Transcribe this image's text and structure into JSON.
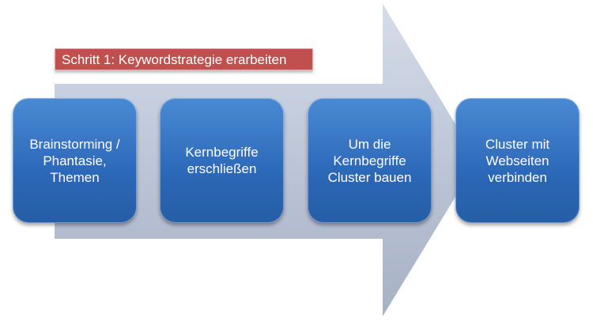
{
  "title": "Schritt 1: Keywordstrategie erarbeiten",
  "steps": [
    {
      "text": "Brainstorming /\nPhantasie,\nThemen"
    },
    {
      "text": "Kernbegriffe\nerschließen"
    },
    {
      "text": "Um die\nKernbegriffe\nCluster bauen"
    },
    {
      "text": "Cluster mit\nWebseiten\nverbinden"
    }
  ],
  "colors": {
    "label": "#c0504d",
    "box": "#2f6dbb",
    "arrow": "#b8c4d8"
  }
}
